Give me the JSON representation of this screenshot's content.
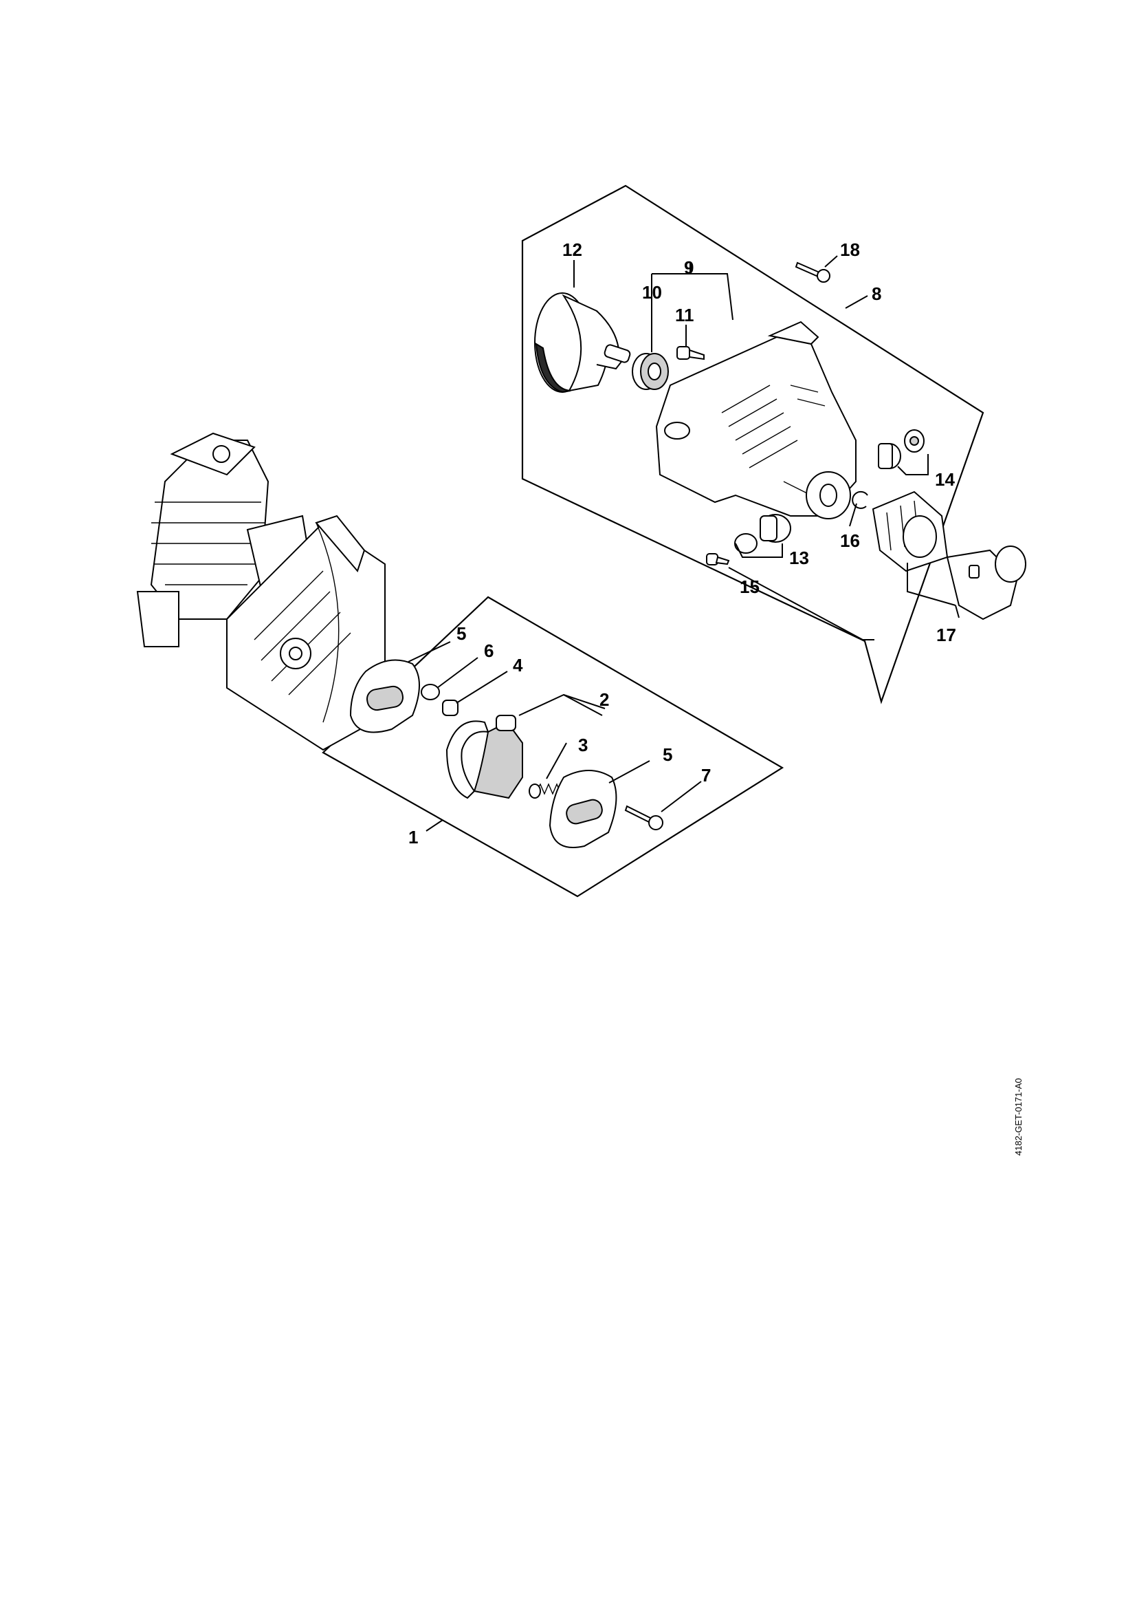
{
  "diagram": {
    "drawing_id": "4182-GET-0171-A0",
    "callouts": {
      "c1": "1",
      "c2": "2",
      "c3": "3",
      "c4": "4",
      "c5a": "5",
      "c5b": "5",
      "c6": "6",
      "c7": "7",
      "c8": "8",
      "c9": "9",
      "c10": "10",
      "c11": "11",
      "c12": "12",
      "c13": "13",
      "c14": "14",
      "c15": "15",
      "c16": "16",
      "c17": "17",
      "c18": "18"
    }
  }
}
